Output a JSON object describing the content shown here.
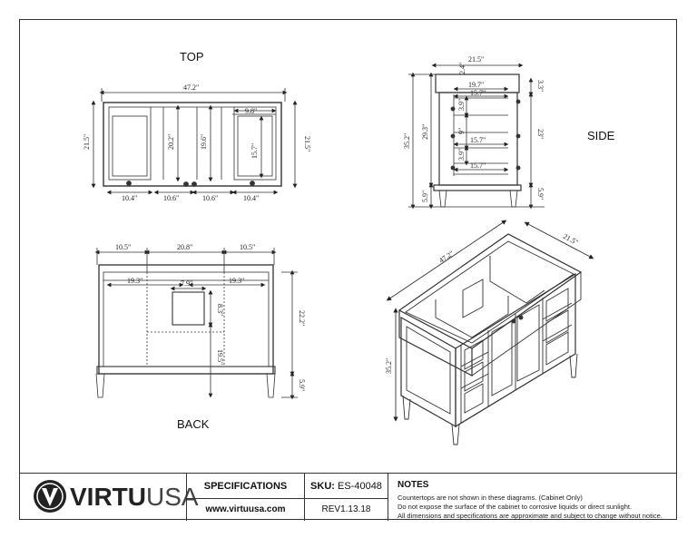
{
  "views": {
    "top": "TOP",
    "side": "SIDE",
    "back": "BACK"
  },
  "dimensions": {
    "top": {
      "overall_width": "47.2\"",
      "left_depth": "21.5\"",
      "right_depth": "21.5\"",
      "drawer_width": "9.8\"",
      "inner_a": "20.2\"",
      "inner_b": "19.6\"",
      "inner_c": "15.7\"",
      "bottom_1": "10.4\"",
      "bottom_2": "10.6\"",
      "bottom_3": "10.6\"",
      "bottom_4": "10.4\""
    },
    "side": {
      "top_width": "21.5\"",
      "top_offset": "2.4\"",
      "inner_width": "19.7\"",
      "drawer_1": "15.7\"",
      "drawer_2": "15.7\"",
      "drawer_3": "15.7\"",
      "drawer_h1": "3.9\"",
      "drawer_h2": "9\"",
      "drawer_h3": "3.9\"",
      "right_top": "3.3\"",
      "right_body": "23\"",
      "right_leg": "5.9\"",
      "overall_height": "35.2\"",
      "body_height": "29.3\"",
      "leg_height": "5.9\""
    },
    "back": {
      "seg_1": "10.5\"",
      "seg_2": "20.8\"",
      "seg_3": "10.5\"",
      "inner_left": "19.3\"",
      "inner_right": "19.3\"",
      "opening_width": "7.9\"",
      "opening_height": "8.3\"",
      "lower_height": "19.5\"",
      "body_height": "22.2\"",
      "leg_height": "5.9\""
    },
    "iso": {
      "width": "47.2\"",
      "depth": "21.5\"",
      "height": "35.2\""
    }
  },
  "footer": {
    "brand_bold": "VIRTU",
    "brand_light": "USA",
    "spec_label": "SPECIFICATIONS",
    "website": "www.virtuusa.com",
    "sku_label": "SKU:",
    "sku_value": "ES-40048",
    "revision": "REV1.13.18",
    "notes_title": "NOTES",
    "notes": [
      "Countertops are not shown in these diagrams. (Cabinet Only)",
      "Do not expose the surface of the cabinet to corrosive liquids or direct sunlight.",
      "All dimensions and specifications are approximate and subject to change without notice."
    ]
  }
}
